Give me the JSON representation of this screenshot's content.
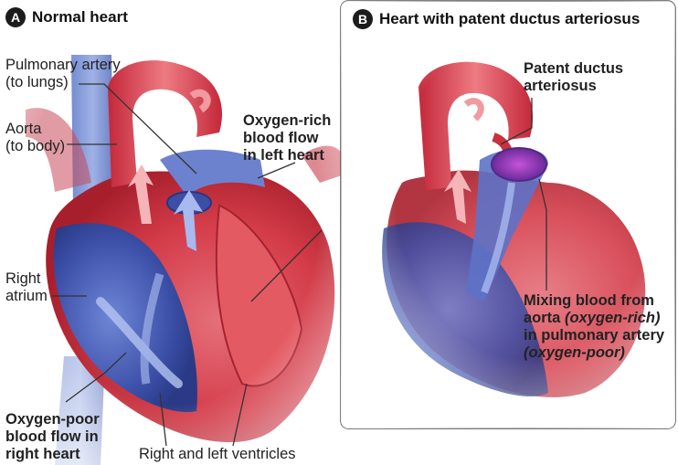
{
  "panel_a": {
    "letter": "A",
    "title": "Normal heart",
    "labels": {
      "pulmonary_artery": [
        "Pulmonary artery",
        "(to lungs)"
      ],
      "aorta": [
        "Aorta",
        "(to body)"
      ],
      "oxygen_rich": [
        "Oxygen-rich",
        "blood flow",
        "in left heart"
      ],
      "right_atrium": [
        "Right",
        "atrium"
      ],
      "oxygen_poor": [
        "Oxygen-poor",
        "blood flow in",
        "right heart"
      ],
      "ventricles": "Right and left ventricles"
    }
  },
  "panel_b": {
    "letter": "B",
    "title": "Heart with patent ductus arteriosus",
    "labels": {
      "pda": [
        "Patent ductus",
        "arteriosus"
      ],
      "mixing": [
        "Mixing blood from",
        "aorta",
        "(oxygen-rich)",
        "in pulmonary artery",
        "(oxygen-poor)"
      ]
    }
  },
  "colors": {
    "oxygen_rich_red": "#d2333f",
    "oxygen_poor_blue": "#3a4fa6",
    "mixed_purple": "#8a3aa8",
    "panel_border": "#555555"
  }
}
